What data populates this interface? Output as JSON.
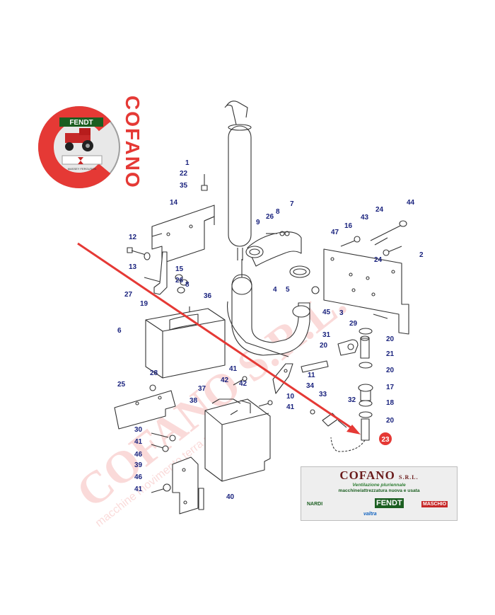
{
  "logo": {
    "brand_text": "FENDT",
    "footer_text": "MASSEY FERGUSON",
    "accent_color": "#e53935",
    "vertical_title": "COFANO"
  },
  "watermark": {
    "text": "COFANO S.R.L.",
    "sub": "macchine movimento terra usate"
  },
  "diagram": {
    "line_color": "#333333",
    "label_color": "#1a237e",
    "arrow_color": "#e53935",
    "highlight_label": "23",
    "labels": [
      "1",
      "22",
      "35",
      "14",
      "26",
      "8",
      "9",
      "7",
      "12",
      "13",
      "27",
      "15",
      "26",
      "8",
      "19",
      "36",
      "5",
      "4",
      "6",
      "2",
      "24",
      "44",
      "43",
      "24",
      "16",
      "47",
      "45",
      "3",
      "29",
      "20",
      "21",
      "20",
      "17",
      "18",
      "20",
      "31",
      "20",
      "11",
      "34",
      "33",
      "32",
      "28",
      "25",
      "41",
      "42",
      "42",
      "37",
      "38",
      "10",
      "41",
      "30",
      "41",
      "46",
      "39",
      "46",
      "41",
      "40"
    ]
  },
  "dealer_box": {
    "title": "COFANO",
    "title_suffix": "S.R.L.",
    "subtitle_1": "Ventilazione pluriennale",
    "subtitle_2": "macchine/attrezzatura nuova e usata",
    "brands": [
      "NARDI",
      "FENDT",
      "MASCHIO",
      "valtra"
    ]
  }
}
